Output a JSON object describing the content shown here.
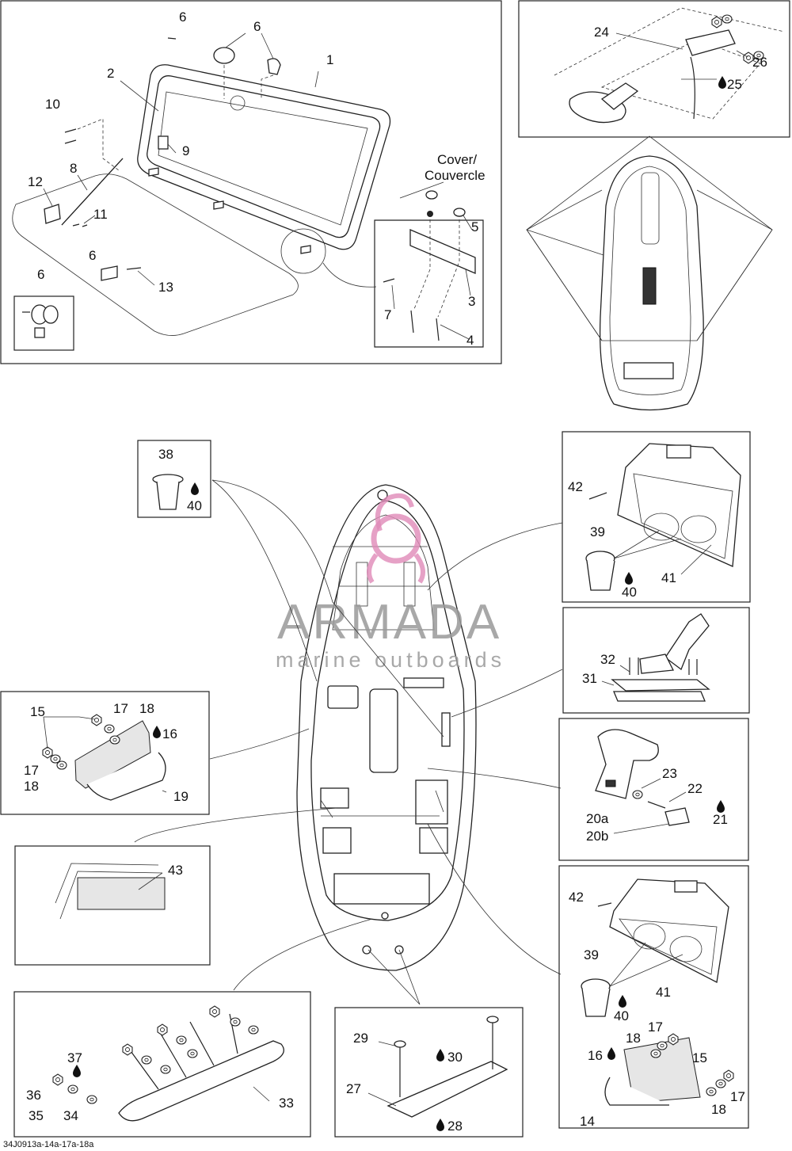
{
  "labels": {
    "n1": "1",
    "n2": "2",
    "n3": "3",
    "n4": "4",
    "n5": "5",
    "n6a": "6",
    "n6b": "6",
    "n6c": "6",
    "n6d": "6",
    "n7": "7",
    "n8": "8",
    "n9": "9",
    "n10": "10",
    "n11": "11",
    "n12": "12",
    "n13": "13",
    "cover_line1": "Cover/",
    "cover_line2": "Couvercle",
    "n24": "24",
    "n25": "25",
    "n26": "26",
    "n38": "38",
    "n40a": "40",
    "n42a": "42",
    "n39a": "39",
    "n40b": "40",
    "n41a": "41",
    "n32": "32",
    "n31": "31",
    "n15a": "15",
    "n17a": "17",
    "n18a": "18",
    "n16a": "16",
    "n17b": "17",
    "n18b": "18",
    "n19": "19",
    "n23": "23",
    "n22": "22",
    "n21": "21",
    "n20a": "20a",
    "n20b": "20b",
    "n43": "43",
    "n42b": "42",
    "n39b": "39",
    "n41b": "41",
    "n40c": "40",
    "n18c": "18",
    "n17c": "17",
    "n16b": "16",
    "n15b": "15",
    "n17d": "17",
    "n18d": "18",
    "n14": "14",
    "n37": "37",
    "n36": "36",
    "n35": "35",
    "n34": "34",
    "n33": "33",
    "n29": "29",
    "n30": "30",
    "n27": "27",
    "n28": "28"
  },
  "watermark": {
    "brand": "ARMADA",
    "tagline": "marine outboards"
  },
  "reference_code": "34J0913a-14a-17a-18a",
  "colors": {
    "line": "#222222",
    "watermark_text": "#9a9a9a",
    "watermark_logo": "#e08ab8"
  },
  "icons": {
    "adhesive_marker": "droplet-icon"
  }
}
